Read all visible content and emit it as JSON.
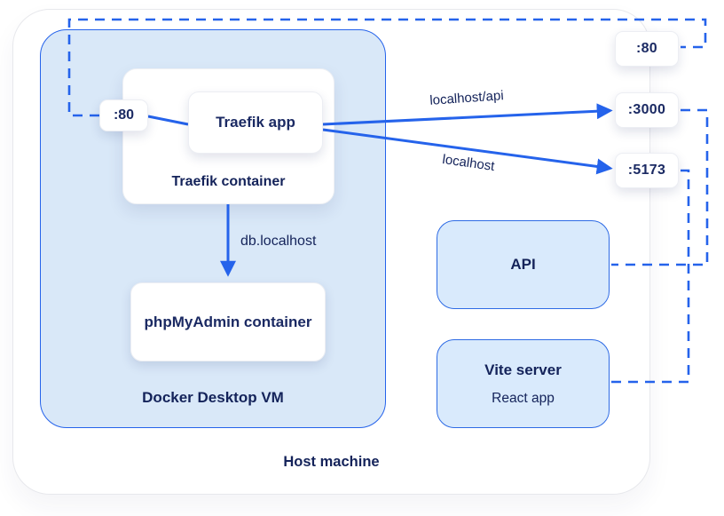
{
  "diagram": {
    "host": {
      "label": "Host machine"
    },
    "docker_vm": {
      "label": "Docker Desktop VM"
    },
    "traefik_container": {
      "label": "Traefik container"
    },
    "traefik_app": {
      "label": "Traefik app"
    },
    "phpmyadmin": {
      "label": "phpMyAdmin container"
    },
    "api_service": {
      "label": "API"
    },
    "vite_service": {
      "title": "Vite server",
      "subtitle": "React app"
    },
    "ports": {
      "internal_http": ":80",
      "host_http": ":80",
      "api_port": ":3000",
      "vite_port": ":5173"
    },
    "routes": {
      "traefik_to_api": "localhost/api",
      "traefik_to_vite": "localhost",
      "traefik_to_phpmyadmin": "db.localhost"
    },
    "colors": {
      "accent_blue": "#2563eb",
      "navy_text": "#14235a",
      "light_blue_fill": "#d9e8f8"
    }
  }
}
